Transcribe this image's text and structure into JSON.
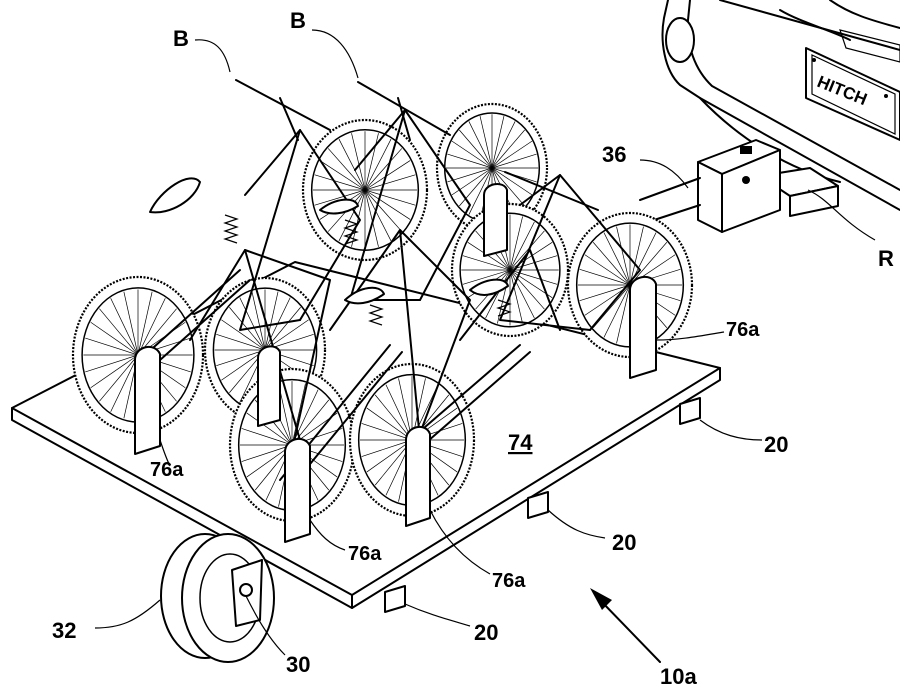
{
  "labels": {
    "bike_left": "B",
    "bike_right": "B",
    "hitch_bar": "36",
    "receiver": "R",
    "license_plate_text": "HITCH",
    "platform": "74",
    "rack_right": "76a",
    "rack_left": "76a",
    "rack_front_left": "76a",
    "rack_front_right": "76a",
    "support_right": "20",
    "support_middle": "20",
    "support_front": "20",
    "wheel": "32",
    "axle": "30",
    "assembly": "10a"
  }
}
